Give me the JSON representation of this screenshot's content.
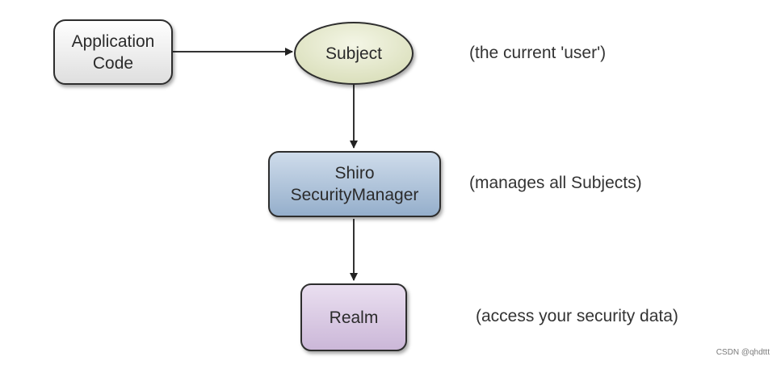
{
  "nodes": {
    "application_code": "Application\nCode",
    "subject": "Subject",
    "security_manager": "Shiro\nSecurityManager",
    "realm": "Realm"
  },
  "notes": {
    "subject": "(the current 'user')",
    "security_manager": "(manages all Subjects)",
    "realm": "(access your security data)"
  },
  "watermark": "CSDN @qhdttt",
  "colors": {
    "application_code_fill": "#f1f1f1",
    "subject_fill": "#e6ead0",
    "security_manager_fill": "#a9bfd6",
    "realm_fill": "#d9c9e2",
    "stroke": "#2f2f2f"
  }
}
